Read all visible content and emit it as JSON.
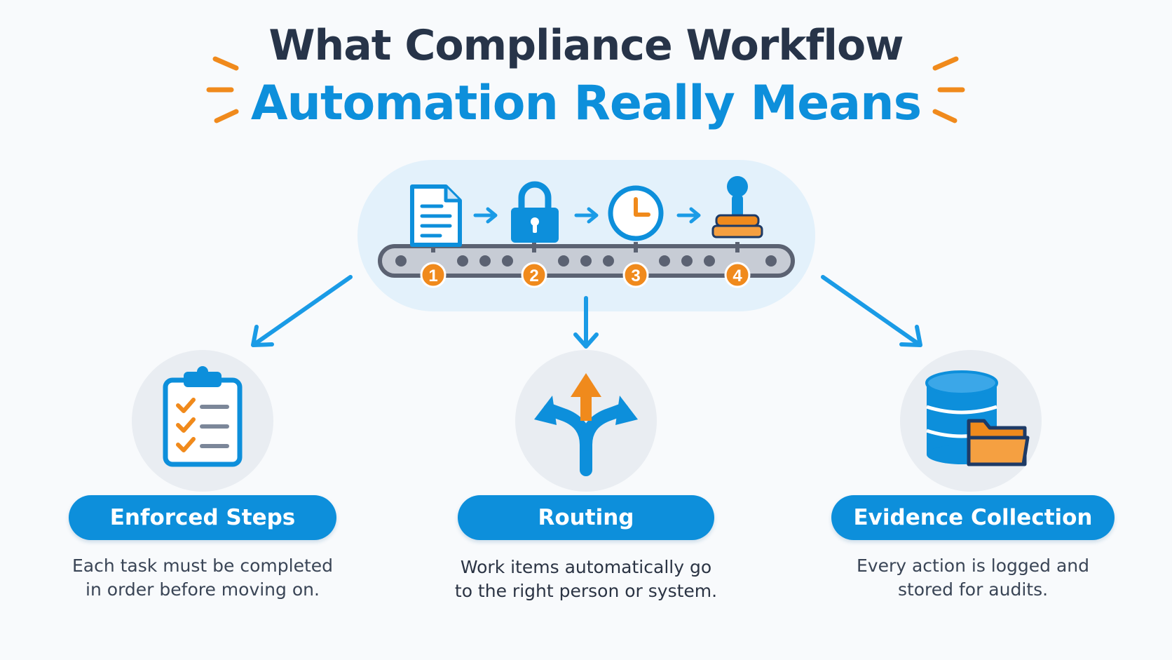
{
  "title": {
    "line1": "What Compliance Workflow",
    "line2": "Automation Really Means"
  },
  "colors": {
    "primary": "#0d8fdb",
    "dark": "#273449",
    "accent": "#f08a1c",
    "belt": "#5b6272",
    "background": "#f8fafc"
  },
  "pipeline": {
    "steps": [
      {
        "number": "1",
        "icon": "document-icon"
      },
      {
        "number": "2",
        "icon": "padlock-icon"
      },
      {
        "number": "3",
        "icon": "clock-icon"
      },
      {
        "number": "4",
        "icon": "stamp-icon"
      }
    ]
  },
  "features": [
    {
      "label": "Enforced Steps",
      "description_line1": "Each task must be completed",
      "description_line2": "in order before moving on.",
      "icon": "checklist-clipboard-icon"
    },
    {
      "label": "Routing",
      "description_line1": "Work items automatically go",
      "description_line2": "to the right person or system.",
      "icon": "routing-arrows-icon"
    },
    {
      "label": "Evidence Collection",
      "description_line1": "Every action is logged and",
      "description_line2": "stored for audits.",
      "icon": "database-folder-icon"
    }
  ]
}
